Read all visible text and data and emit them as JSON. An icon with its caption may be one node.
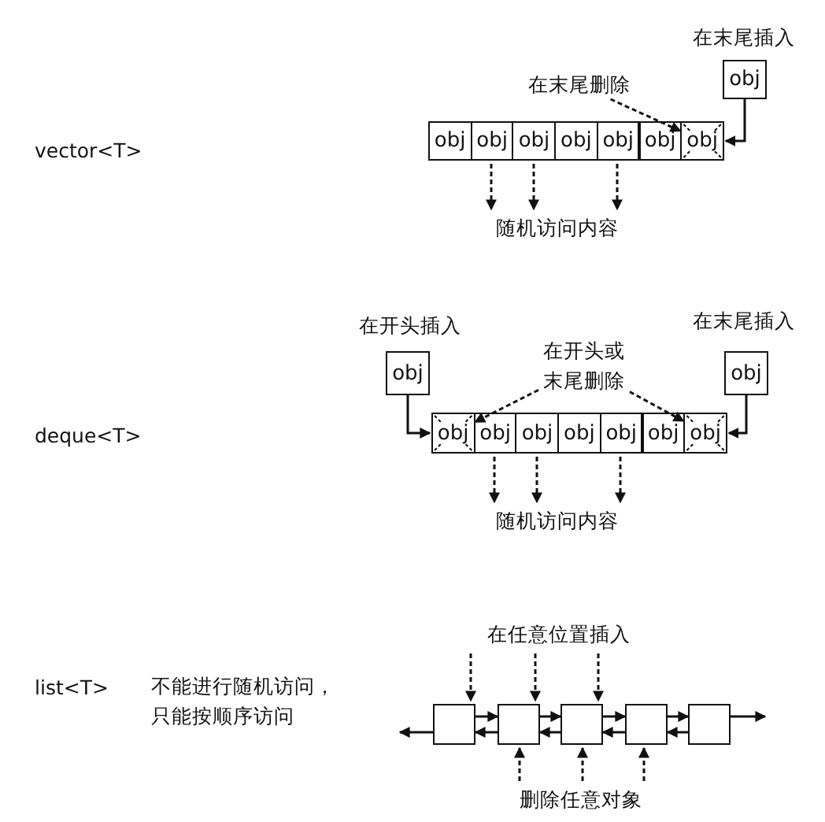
{
  "diagram": {
    "nodes": [
      {
        "text": [
          "obj"
        ]
      },
      {
        "text": [
          "obj"
        ]
      },
      {
        "text": [
          "obj"
        ]
      },
      {
        "text": [
          "obj"
        ]
      },
      {
        "text": [
          "obj"
        ]
      },
      {
        "text": [
          "obj"
        ]
      },
      {
        "text": [
          "obj"
        ]
      },
      {
        "text": [
          "obj"
        ],
        "beside": [
          "在末尾插入"
        ]
      },
      {
        "text": [
          "在末尾删除"
        ]
      },
      {
        "text": [
          "随机访问内容"
        ]
      },
      {
        "text": [
          "obj"
        ],
        "beside": [
          "在开头插入"
        ]
      },
      {
        "text": [
          "在开头或末尾删除"
        ]
      },
      {
        "text": [
          "obj"
        ],
        "beside": [
          "在末尾插入"
        ]
      },
      {
        "text": [
          "obj"
        ]
      },
      {
        "text": [
          "obj"
        ]
      },
      {
        "text": [
          "obj"
        ]
      },
      {
        "text": [
          "obj"
        ]
      },
      {
        "text": [
          "obj"
        ]
      },
      {
        "text": [
          "obj"
        ]
      },
      {
        "text": [
          "obj"
        ]
      },
      {
        "text": [
          "随机访问内容"
        ]
      },
      {
        "text": [
          "在任意位置插入"
        ]
      },
      {
        "text": [],
        "shape": "box"
      },
      {
        "text": [],
        "shape": "box"
      },
      {
        "text": [],
        "shape": "box"
      },
      {
        "text": [],
        "shape": "box"
      },
      {
        "text": [],
        "shape": "box"
      },
      {
        "text": [
          "删除任意对象"
        ]
      }
    ],
    "edges": [
      {
        "from": 7,
        "to": 6,
        "arrow": "to"
      },
      {
        "from": 8,
        "to": 6,
        "arrow": "to",
        "style": "dashed"
      },
      {
        "from": 1,
        "to": 9,
        "arrow": "to",
        "style": "dashed"
      },
      {
        "from": 2,
        "to": 9,
        "arrow": "to",
        "style": "dashed"
      },
      {
        "from": 4,
        "to": 9,
        "arrow": "to",
        "style": "dashed"
      },
      {
        "from": 10,
        "to": 13,
        "arrow": "to"
      },
      {
        "from": 12,
        "to": 19,
        "arrow": "to"
      },
      {
        "from": 11,
        "to": 13,
        "arrow": "to",
        "style": "dashed"
      },
      {
        "from": 11,
        "to": 19,
        "arrow": "to",
        "style": "dashed"
      },
      {
        "from": 14,
        "to": 20,
        "arrow": "to",
        "style": "dashed"
      },
      {
        "from": 15,
        "to": 20,
        "arrow": "to",
        "style": "dashed"
      },
      {
        "from": 17,
        "to": 20,
        "arrow": "to",
        "style": "dashed"
      },
      {
        "from": 21,
        "to": 22,
        "arrow": "to",
        "style": "dashed"
      },
      {
        "from": 21,
        "to": 23,
        "arrow": "to",
        "style": "dashed"
      },
      {
        "from": 21,
        "to": 24,
        "arrow": "to",
        "style": "dashed"
      },
      {
        "from": 22,
        "to": 23,
        "arrow": "to"
      },
      {
        "from": 23,
        "to": 22,
        "arrow": "to"
      },
      {
        "from": 23,
        "to": 24,
        "arrow": "to"
      },
      {
        "from": 24,
        "to": 23,
        "arrow": "to"
      },
      {
        "from": 24,
        "to": 25,
        "arrow": "to"
      },
      {
        "from": 25,
        "to": 24,
        "arrow": "to"
      },
      {
        "from": 25,
        "to": 26,
        "arrow": "to"
      },
      {
        "from": 26,
        "to": 25,
        "arrow": "to"
      },
      {
        "from": 22,
        "to": null,
        "arrow": "to"
      },
      {
        "from": 26,
        "to": null,
        "arrow": "to"
      },
      {
        "from": 27,
        "to": 23,
        "arrow": "to",
        "style": "dashed"
      },
      {
        "from": 27,
        "to": 24,
        "arrow": "to",
        "style": "dashed"
      },
      {
        "from": 27,
        "to": 25,
        "arrow": "to",
        "style": "dashed"
      }
    ],
    "labels": [
      "vector<T>",
      "deque<T>",
      "list<T>",
      "不能进行随机访问，只能按顺序访问"
    ]
  }
}
